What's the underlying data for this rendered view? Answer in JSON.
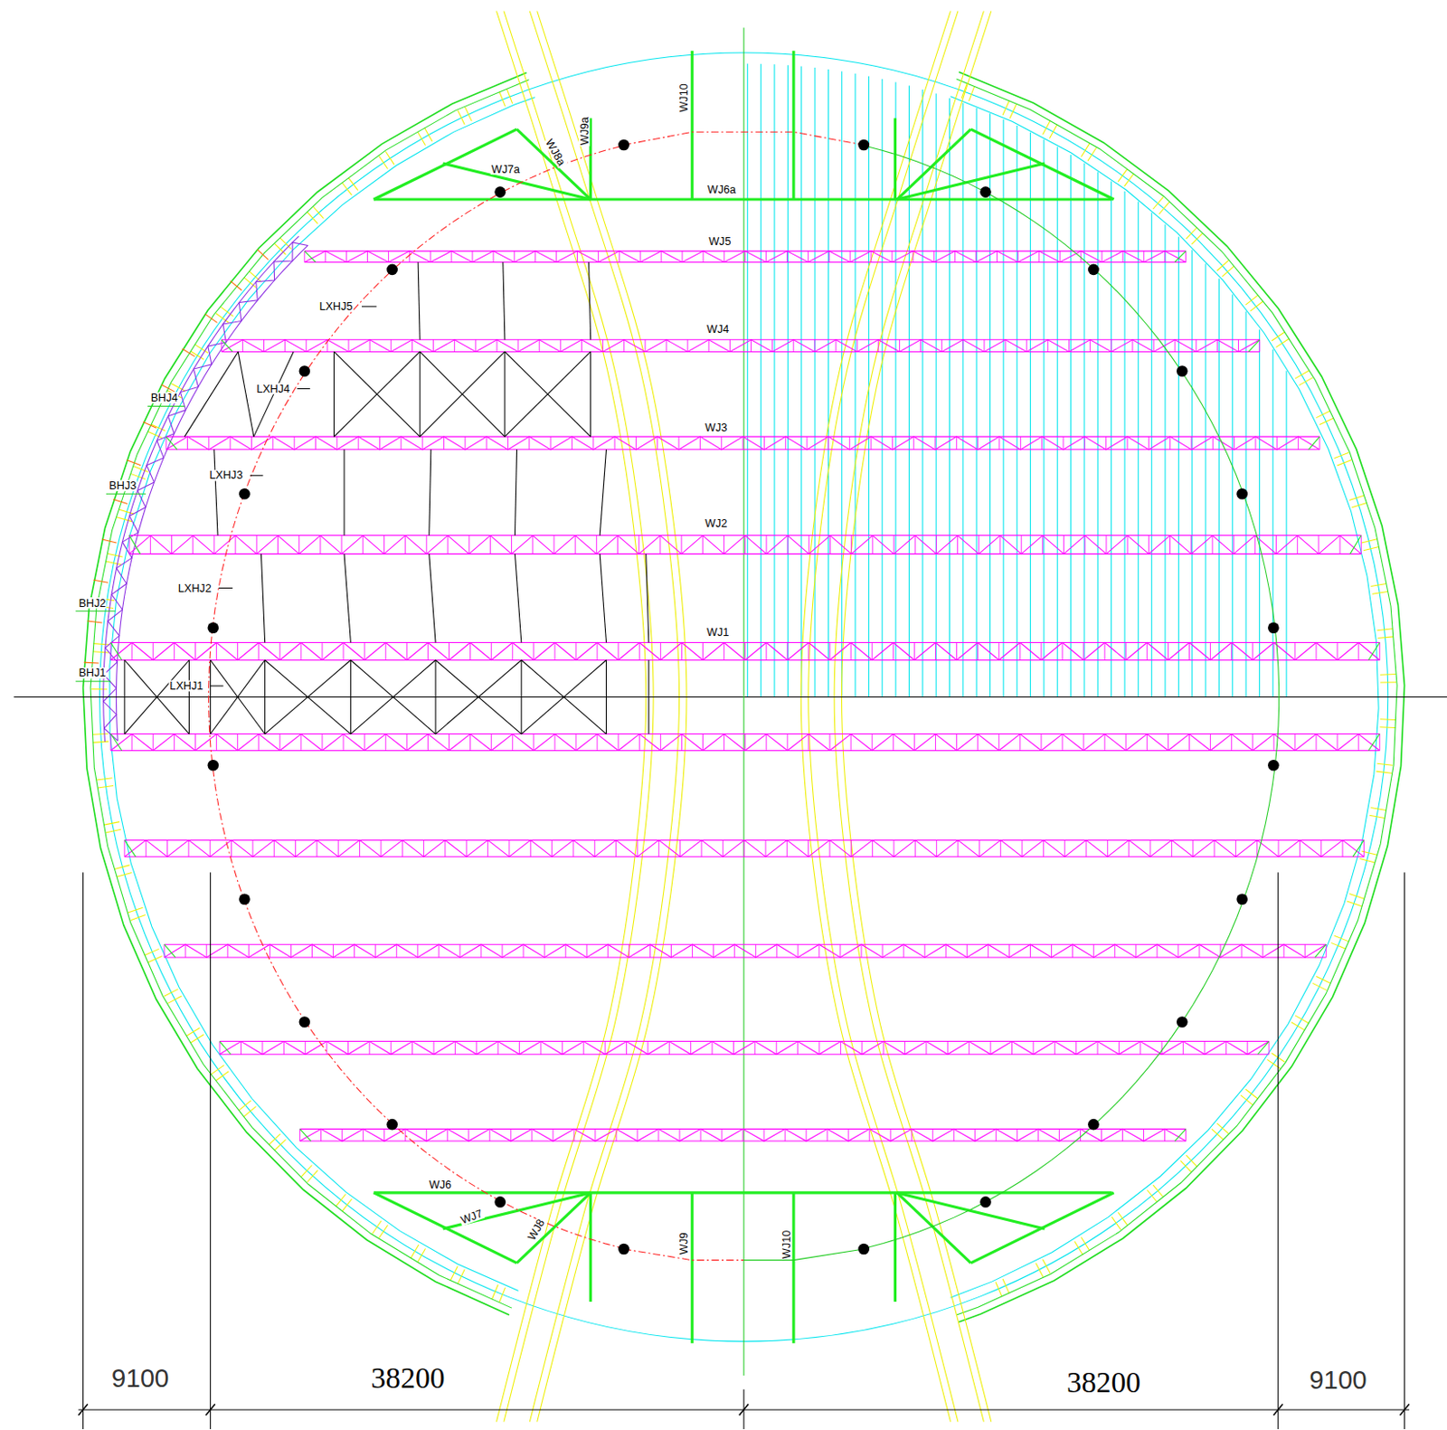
{
  "diagram": {
    "labels": [
      "WJ10",
      "WJ9a",
      "WJ8a",
      "WJ7a",
      "WJ6a",
      "WJ5",
      "LXHJ5",
      "WJ4",
      "LXHJ4",
      "BHJ4",
      "WJ3",
      "LXHJ3",
      "BHJ3",
      "WJ2",
      "LXHJ2",
      "BHJ2",
      "WJ1",
      "BHJ1",
      "LXHJ1",
      "WJ6",
      "WJ7",
      "WJ8",
      "WJ9",
      "WJ10",
      "9100",
      "38200",
      "38200",
      "9100"
    ]
  }
}
